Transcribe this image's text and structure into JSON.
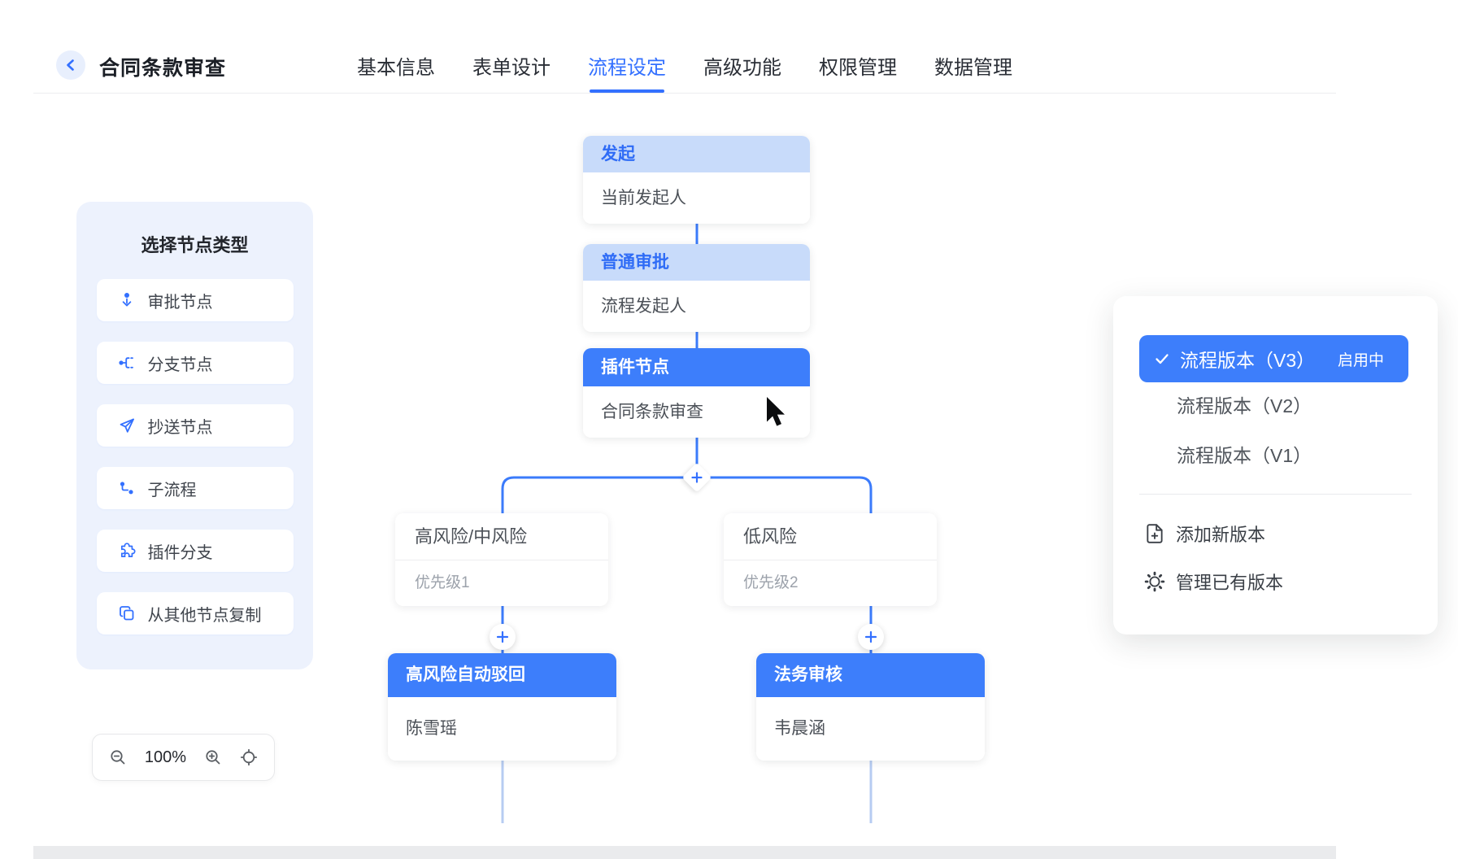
{
  "header": {
    "title": "合同条款审查",
    "tabs": [
      {
        "label": "基本信息",
        "active": false
      },
      {
        "label": "表单设计",
        "active": false
      },
      {
        "label": "流程设定",
        "active": true
      },
      {
        "label": "高级功能",
        "active": false
      },
      {
        "label": "权限管理",
        "active": false
      },
      {
        "label": "数据管理",
        "active": false
      }
    ]
  },
  "node_palette": {
    "title": "选择节点类型",
    "items": [
      {
        "icon": "approval-icon",
        "label": "审批节点"
      },
      {
        "icon": "branch-icon",
        "label": "分支节点"
      },
      {
        "icon": "send-icon",
        "label": "抄送节点"
      },
      {
        "icon": "subflow-icon",
        "label": "子流程"
      },
      {
        "icon": "plugin-icon",
        "label": "插件分支"
      },
      {
        "icon": "copy-icon",
        "label": "从其他节点复制"
      }
    ]
  },
  "zoom_toolbar": {
    "zoom_level": "100%",
    "icons": [
      "zoom-out-icon",
      "zoom-in-icon",
      "crosshair-icon"
    ]
  },
  "flow": {
    "nodes": [
      {
        "header": "发起",
        "body": "当前发起人",
        "style": "light"
      },
      {
        "header": "普通审批",
        "body": "流程发起人",
        "style": "light"
      },
      {
        "header": "插件节点",
        "body": "合同条款审查",
        "style": "solid"
      }
    ],
    "branches": [
      {
        "condition": "高风险/中风险",
        "priority": "优先级1",
        "node": {
          "header": "高风险自动驳回",
          "body": "陈雪瑶"
        }
      },
      {
        "condition": "低风险",
        "priority": "优先级2",
        "node": {
          "header": "法务审核",
          "body": "韦晨涵"
        }
      }
    ]
  },
  "version_menu": {
    "options": [
      {
        "label": "流程版本（V3）",
        "badge": "启用中",
        "selected": true
      },
      {
        "label": "流程版本（V2）",
        "selected": false
      },
      {
        "label": "流程版本（V1）",
        "selected": false
      }
    ],
    "actions": [
      {
        "icon": "file-plus-icon",
        "label": "添加新版本"
      },
      {
        "icon": "gear-icon",
        "label": "管理已有版本"
      }
    ]
  },
  "colors": {
    "primary": "#3370FF",
    "node_header_solid": "#3D7EFB",
    "node_header_light": "#C8DBFA",
    "palette_bg": "#EDF2FD",
    "connector": "#3B7BFB",
    "connector_light": "#B7CCF2",
    "cursor": "#0B0C0E"
  }
}
